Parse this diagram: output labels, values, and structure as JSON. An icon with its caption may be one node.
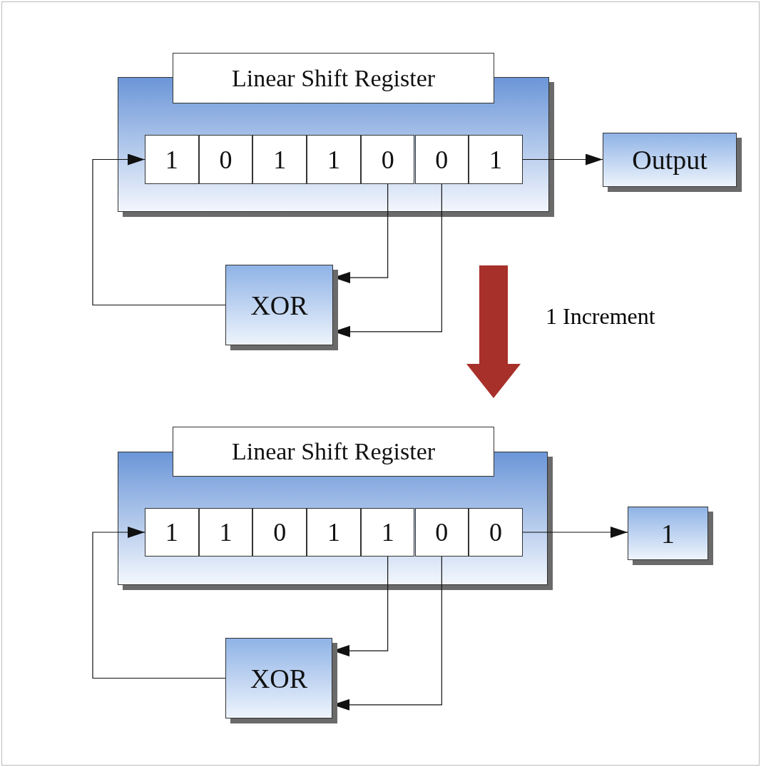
{
  "diagram": {
    "nodes": [
      {
        "text": [
          "Linear Shift Register"
        ]
      },
      {
        "text": [],
        "shape": "box"
      },
      {
        "text": [
          "1"
        ],
        "in": 1
      },
      {
        "text": [
          "0"
        ],
        "in": 1
      },
      {
        "text": [
          "1"
        ],
        "in": 1
      },
      {
        "text": [
          "1"
        ],
        "in": 1
      },
      {
        "text": [
          "0"
        ],
        "in": 1
      },
      {
        "text": [
          "0"
        ],
        "in": 1
      },
      {
        "text": [
          "1"
        ],
        "in": 1
      },
      {
        "text": [
          "Output"
        ]
      },
      {
        "text": [
          "XOR"
        ]
      },
      {
        "text": [
          "Linear Shift Register"
        ]
      },
      {
        "text": [],
        "shape": "box"
      },
      {
        "text": [
          "1"
        ],
        "in": 12
      },
      {
        "text": [
          "1"
        ],
        "in": 12
      },
      {
        "text": [
          "0"
        ],
        "in": 12
      },
      {
        "text": [
          "1"
        ],
        "in": 12
      },
      {
        "text": [
          "1"
        ],
        "in": 12
      },
      {
        "text": [
          "0"
        ],
        "in": 12
      },
      {
        "text": [
          "0"
        ],
        "in": 12
      },
      {
        "text": [
          "1"
        ]
      },
      {
        "text": [
          "XOR"
        ]
      }
    ],
    "edges": [
      {
        "from": 8,
        "to": 9,
        "arrow": "to"
      },
      {
        "from": 6,
        "to": 10,
        "arrow": "to"
      },
      {
        "from": 7,
        "to": 10,
        "arrow": "to"
      },
      {
        "from": 10,
        "to": 2,
        "arrow": "to"
      },
      {
        "from": 1,
        "to": 12,
        "arrow": "to",
        "label": "1 Increment",
        "style": "thick",
        "color": "#a8302a"
      },
      {
        "from": 19,
        "to": 20,
        "arrow": "to"
      },
      {
        "from": 17,
        "to": 21,
        "arrow": "to"
      },
      {
        "from": 18,
        "to": 21,
        "arrow": "to"
      },
      {
        "from": 21,
        "to": 13,
        "arrow": "to"
      }
    ]
  }
}
